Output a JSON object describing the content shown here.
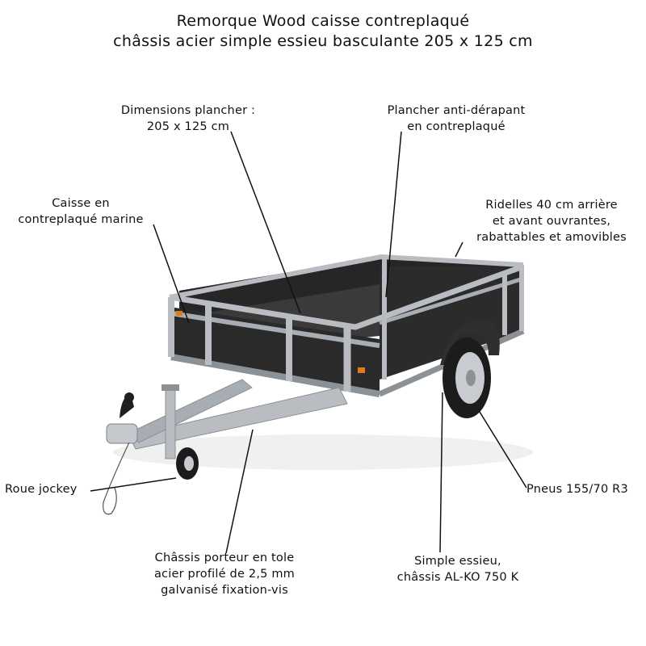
{
  "title": {
    "line1": "Remorque Wood caisse contreplaqué",
    "line2": "châssis acier simple essieu basculante 205 x 125 cm"
  },
  "callouts": {
    "dimensions": {
      "line1": "Dimensions plancher :",
      "line2": "205 x 125 cm"
    },
    "plancher": {
      "line1": "Plancher anti-dérapant",
      "line2": "en contreplaqué"
    },
    "caisse": {
      "line1": "Caisse en",
      "line2": "contreplaqué marine"
    },
    "ridelles": {
      "line1": "Ridelles 40 cm arrière",
      "line2": "et avant ouvrantes,",
      "line3": "rabattables et amovibles"
    },
    "roue": {
      "line1": "Roue jockey"
    },
    "pneus": {
      "line1": "Pneus 155/70 R3"
    },
    "chassis": {
      "line1": "Châssis porteur en tole",
      "line2": "acier profilé de 2,5 mm",
      "line3": "galvanisé fixation-vis"
    },
    "essieu": {
      "line1": "Simple essieu,",
      "line2": "châssis  AL-KO 750 K"
    }
  },
  "colors": {
    "line": "#111111",
    "panel": "#2a2a2a",
    "steel": "#b9bdc2",
    "steel_dark": "#8c9196",
    "tire": "#1c1c1c"
  }
}
